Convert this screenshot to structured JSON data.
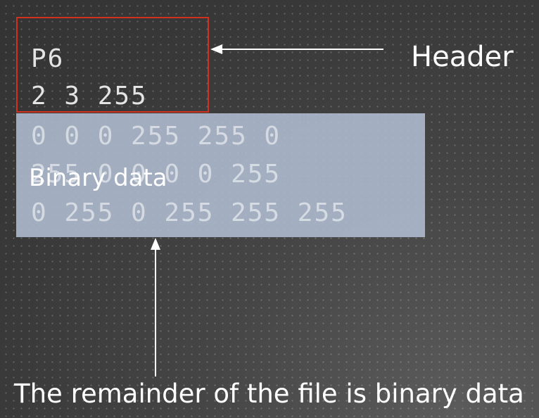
{
  "header_lines": [
    "P6",
    "2 3 255"
  ],
  "data_lines": [
    "0 0 0 255 255 0",
    "255 0 0 0 0 255",
    "0 255 0 255 255 255"
  ],
  "labels": {
    "header": "Header",
    "binary": "Binary data",
    "remainder": "The remainder of the file is binary data"
  },
  "colors": {
    "header_box": "#d0321e",
    "binary_panel": "#b0bed2",
    "text": "#ffffff",
    "background": "#3e3e3e"
  }
}
